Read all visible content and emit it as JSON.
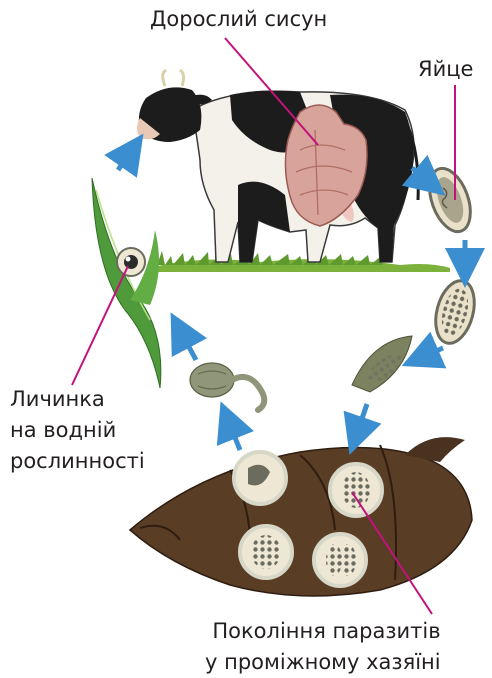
{
  "labels": {
    "adult_fluke": "Дорослий сисун",
    "egg": "Яйце",
    "larva_line1": "Личинка",
    "larva_line2": "на водній",
    "larva_line3": "рослинності",
    "generations_line1": "Покоління паразитів",
    "generations_line2": "у проміжному хазяїні"
  },
  "colors": {
    "leader_line": "#c2127c",
    "arrow": "#3b8fd0",
    "text": "#231f20"
  },
  "icons": [
    "cow",
    "fluke",
    "egg",
    "miracidium",
    "snail",
    "cercaria",
    "water-plant-leaf",
    "cyst"
  ]
}
